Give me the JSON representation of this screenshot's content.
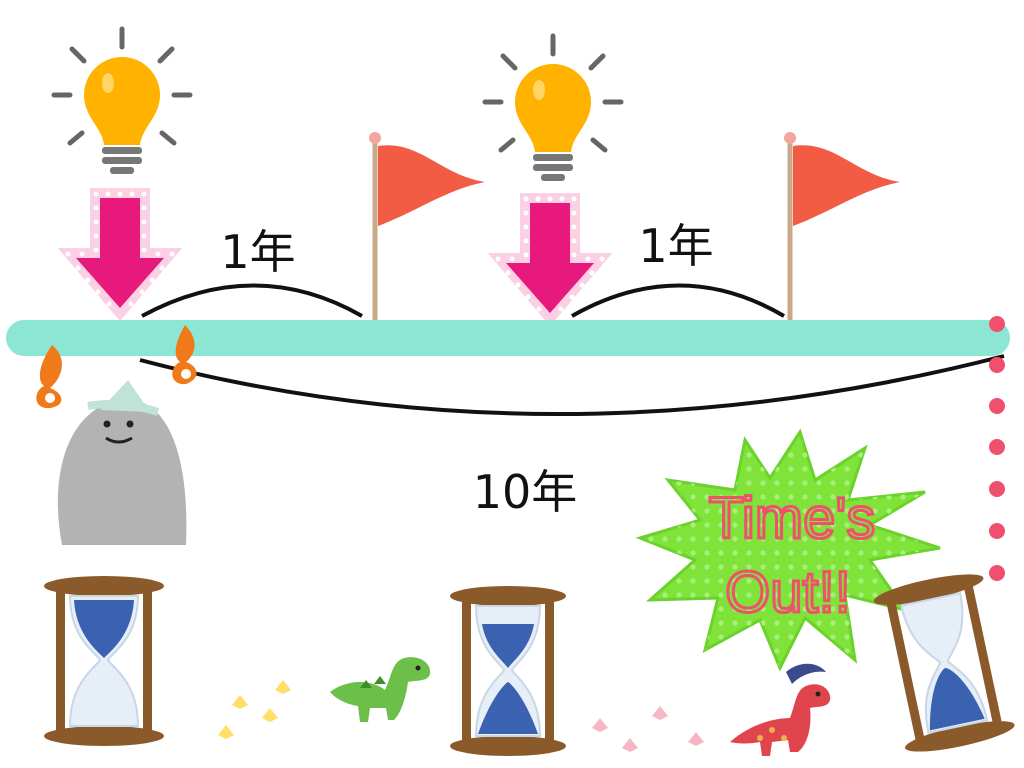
{
  "timeline": {
    "segment_labels": [
      "1年",
      "1年"
    ],
    "span_label": "10年",
    "bar_color": "#8be6d4"
  },
  "burst": {
    "line1": "Time's",
    "line2": "Out!!",
    "fill_color": "#7fe33a",
    "text_color": "#f0506e"
  },
  "colors": {
    "arrow": "#e8197d",
    "flag": "#f25c45",
    "bulb": "#ffb300",
    "hourglass_sand": "#3a62b0",
    "hourglass_frame": "#8a5a2b",
    "dot_trail": "#f0506e"
  },
  "icons": [
    "lightbulb-icon",
    "lightbulb-icon",
    "down-arrow-icon",
    "down-arrow-icon",
    "flag-icon",
    "flag-icon",
    "rock-ghost-icon",
    "flame-icon",
    "flame-icon",
    "hourglass-icon",
    "hourglass-icon",
    "hourglass-icon",
    "dinosaur-green-icon",
    "dinosaur-red-icon",
    "footprints-icon",
    "footprints-icon"
  ]
}
